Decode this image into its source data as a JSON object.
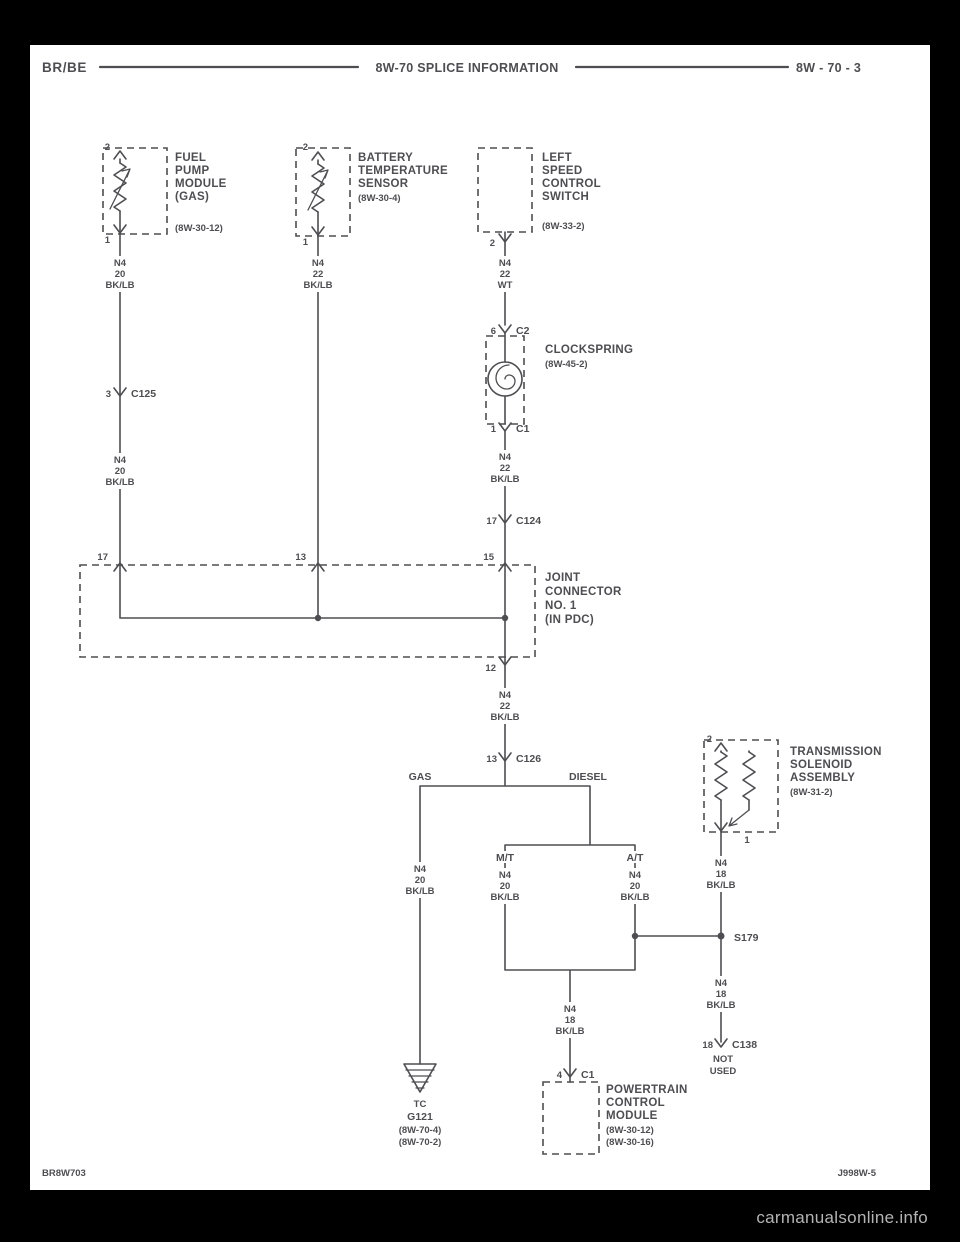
{
  "header": {
    "left": "BR/BE",
    "center": "8W-70 SPLICE INFORMATION",
    "right": "8W - 70 - 3"
  },
  "footer": {
    "left": "BR8W703",
    "right": "J998W-5",
    "watermark": "carmanualsonline.info"
  },
  "colors": {
    "ink": "#4e4e52",
    "paper": "#ffffff",
    "page_background": "#000000",
    "watermark": "#b4b4b4"
  },
  "components": {
    "fuel_pump": {
      "pin_top": "2",
      "pin_bottom": "1",
      "name": [
        "FUEL",
        "PUMP",
        "MODULE",
        "(GAS)"
      ],
      "ref": "(8W-30-12)"
    },
    "battery_temp_sensor": {
      "pin_top": "2",
      "pin_bottom": "1",
      "name": [
        "BATTERY",
        "TEMPERATURE",
        "SENSOR"
      ],
      "ref": "(8W-30-4)"
    },
    "left_speed_switch": {
      "pin_bottom": "2",
      "name": [
        "LEFT",
        "SPEED",
        "CONTROL",
        "SWITCH"
      ],
      "ref": "(8W-33-2)"
    },
    "clockspring": {
      "pin_top": "6",
      "conn_top": "C2",
      "pin_bottom": "1",
      "conn_bottom": "C1",
      "name": "CLOCKSPRING",
      "ref": "(8W-45-2)"
    },
    "joint_connector": {
      "pin_in_left": "17",
      "pin_in_mid": "13",
      "pin_in_right": "15",
      "pin_out": "12",
      "name": [
        "JOINT",
        "CONNECTOR",
        "NO. 1",
        "(IN PDC)"
      ]
    },
    "transmission_solenoid": {
      "pin_top": "2",
      "pin_bottom": "1",
      "name": [
        "TRANSMISSION",
        "SOLENOID",
        "ASSEMBLY"
      ],
      "ref": "(8W-31-2)"
    },
    "pcm": {
      "pin": "4",
      "conn": "C1",
      "name": [
        "POWERTRAIN",
        "CONTROL",
        "MODULE"
      ],
      "refs": [
        "(8W-30-12)",
        "(8W-30-16)"
      ]
    },
    "ground": {
      "name": [
        "TC",
        "G121",
        "(8W-70-4)",
        "(8W-70-2)"
      ]
    }
  },
  "connectors": {
    "c125": {
      "pin": "3",
      "label": "C125"
    },
    "c124": {
      "pin": "17",
      "label": "C124"
    },
    "c126": {
      "pin": "13",
      "label": "C126"
    },
    "c138": {
      "pin": "18",
      "label": "C138",
      "note": [
        "NOT",
        "USED"
      ]
    },
    "s179": {
      "label": "S179"
    }
  },
  "branches": {
    "gas": "GAS",
    "diesel": "DIESEL",
    "mt": "M/T",
    "at": "A/T"
  },
  "wires": {
    "fuel_upper": [
      "N4",
      "20",
      "BK/LB"
    ],
    "fuel_lower": [
      "N4",
      "20",
      "BK/LB"
    ],
    "battery": [
      "N4",
      "22",
      "BK/LB"
    ],
    "speed_upper": [
      "N4",
      "22",
      "WT"
    ],
    "speed_lower": [
      "N4",
      "22",
      "BK/LB"
    ],
    "jc_output": [
      "N4",
      "22",
      "BK/LB"
    ],
    "gas_branch": [
      "N4",
      "20",
      "BK/LB"
    ],
    "mt_branch": [
      "N4",
      "20",
      "BK/LB"
    ],
    "at_branch": [
      "N4",
      "20",
      "BK/LB"
    ],
    "solenoid": [
      "N4",
      "18",
      "BK/LB"
    ],
    "splice_lower": [
      "N4",
      "18",
      "BK/LB"
    ],
    "merge": [
      "N4",
      "18",
      "BK/LB"
    ]
  }
}
